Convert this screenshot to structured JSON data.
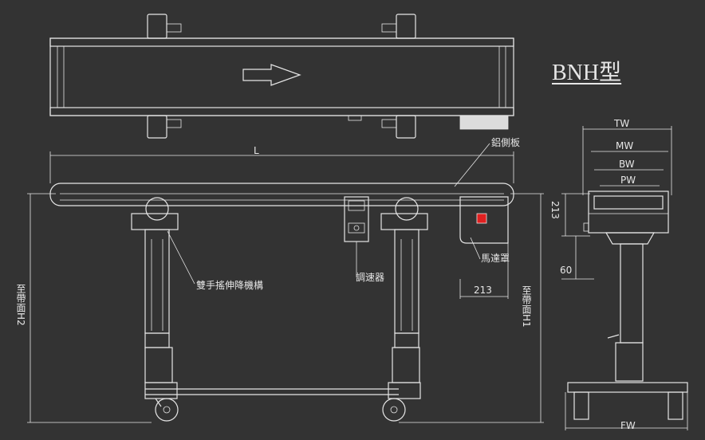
{
  "title": "BNH型",
  "dims": {
    "L": "L",
    "TW": "TW",
    "MW": "MW",
    "BW": "BW",
    "PW": "PW",
    "FW": "FW",
    "motor_len": "213",
    "side_height": "213",
    "side_base": "60",
    "h1": "至帶面H1",
    "h2": "至帶面H2"
  },
  "callouts": {
    "side_plate": "鋁側板",
    "lift": "雙手搖伸降機構",
    "speed": "調速器",
    "motor_cover": "馬達罩"
  }
}
